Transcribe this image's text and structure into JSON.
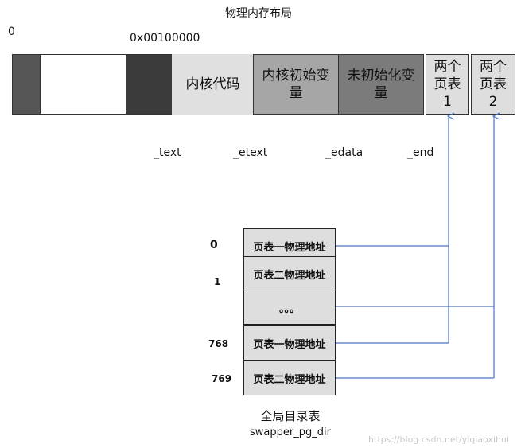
{
  "title": "物理内存布局",
  "addresses": {
    "zero": "0",
    "start": "0x00100000"
  },
  "memory_blocks": [
    {
      "name": "block-0",
      "label": ""
    },
    {
      "name": "block-1",
      "label": ""
    },
    {
      "name": "block-2",
      "label": ""
    },
    {
      "name": "kernel-code",
      "label": "内核代码"
    },
    {
      "name": "kernel-initialized-vars",
      "label": "内核初始变量"
    },
    {
      "name": "uninitialized-vars",
      "label": "未初始化变量"
    },
    {
      "name": "page-table-1",
      "label": "两个页表1"
    },
    {
      "name": "page-table-2",
      "label": "两个页表2"
    }
  ],
  "symbols": {
    "text": "_text",
    "etext": "_etext",
    "edata": "_edata",
    "end": "_end"
  },
  "pg_dir": {
    "rows": [
      {
        "index": "0",
        "label": "页表一物理地址"
      },
      {
        "index": "1",
        "label": "页表二物理地址"
      },
      {
        "index": "",
        "label": "。。。"
      },
      {
        "index": "768",
        "label": "页表一物理地址"
      },
      {
        "index": "769",
        "label": "页表二物理地址"
      }
    ],
    "caption": "全局目录表",
    "subcaption": "swapper_pg_dir"
  },
  "watermark": "https://blog.csdn.net/yiqiaoxihui"
}
